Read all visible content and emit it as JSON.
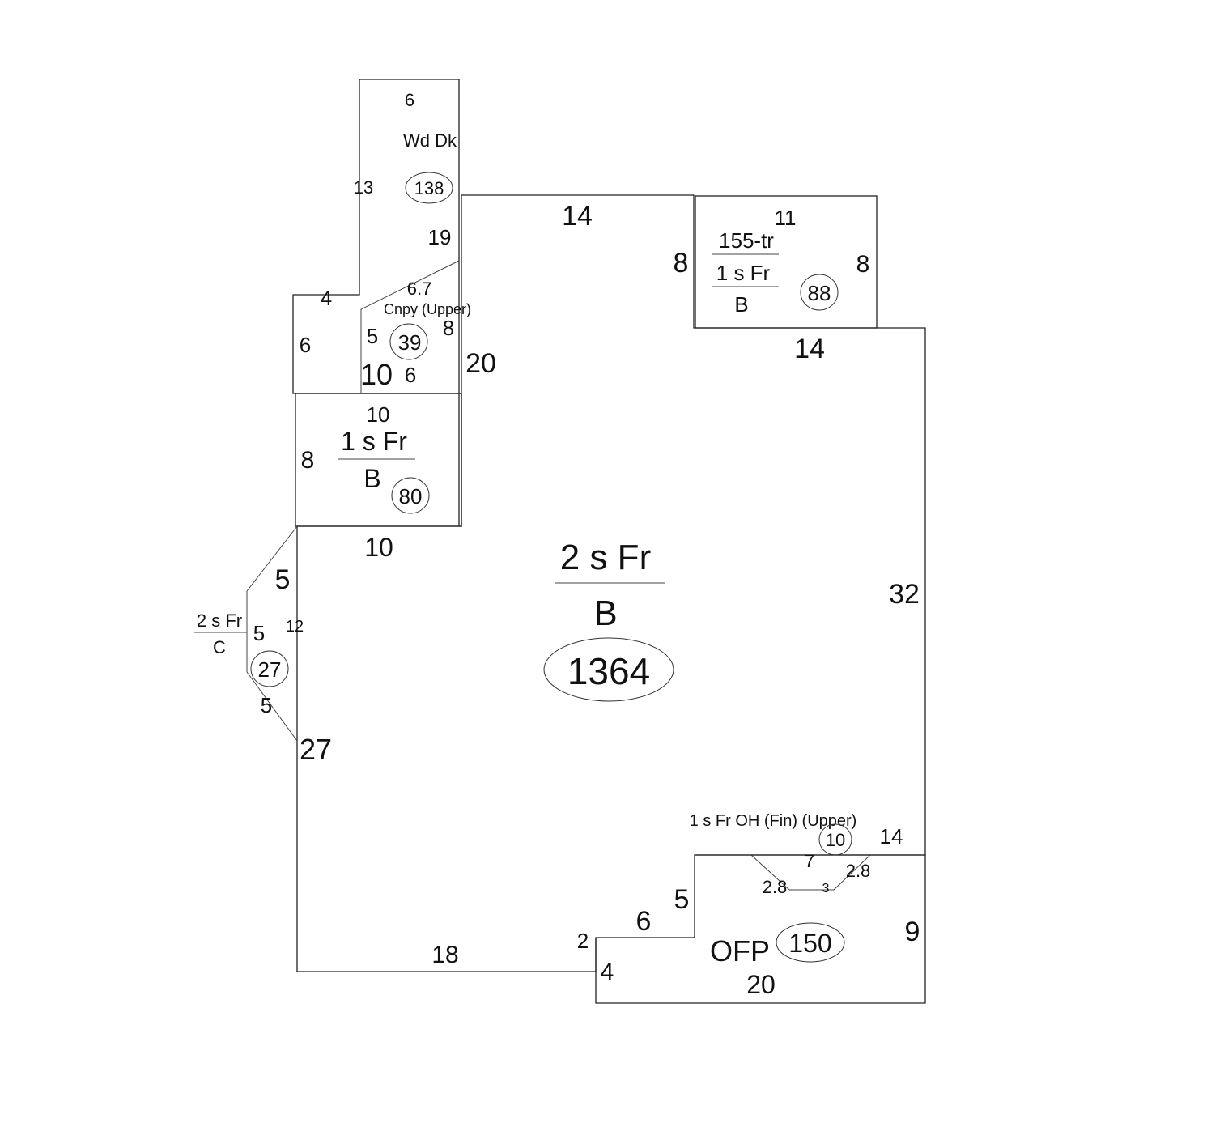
{
  "main_area": {
    "label_top": "2 s Fr",
    "label_bottom": "B",
    "area": "1364"
  },
  "main_dims": {
    "top": "14",
    "left_upper": "20",
    "right": "32",
    "left_mid": "27",
    "left_small": "12",
    "bottom": "18",
    "step_a": "2",
    "step_b": "4",
    "step_c": "6",
    "step_d": "5"
  },
  "wood_deck": {
    "label": "Wd Dk",
    "area": "138",
    "top": "6",
    "left": "13",
    "right": "19",
    "notch": "4"
  },
  "canopy": {
    "label": "Cnpy (Upper)",
    "area": "39",
    "diag": "6.7",
    "left": "6",
    "inner_left": "5",
    "inner_right": "8",
    "bottom_a": "10",
    "bottom_b": "6"
  },
  "addition_left": {
    "label_top": "1 s Fr",
    "label_bottom": "B",
    "area": "80",
    "top": "10",
    "left": "8",
    "bottom": "10"
  },
  "addition_right": {
    "label_top": "155-tr",
    "label_mid": "1 s Fr",
    "label_bottom": "B",
    "area": "88",
    "top": "11",
    "left": "8",
    "right": "8",
    "bottom": "14"
  },
  "bay": {
    "label_top": "2 s Fr",
    "label_bottom": "C",
    "area": "27",
    "side_a": "5",
    "side_b": "5",
    "side_c": "5"
  },
  "overhang": {
    "label": "1 s Fr OH (Fin)  (Upper)",
    "area": "10",
    "top": "7",
    "left_diag": "2.8",
    "bottom": "3",
    "right_diag": "2.8",
    "right": "14"
  },
  "porch": {
    "label": "OFP",
    "area": "150",
    "right": "9",
    "bottom": "20"
  }
}
